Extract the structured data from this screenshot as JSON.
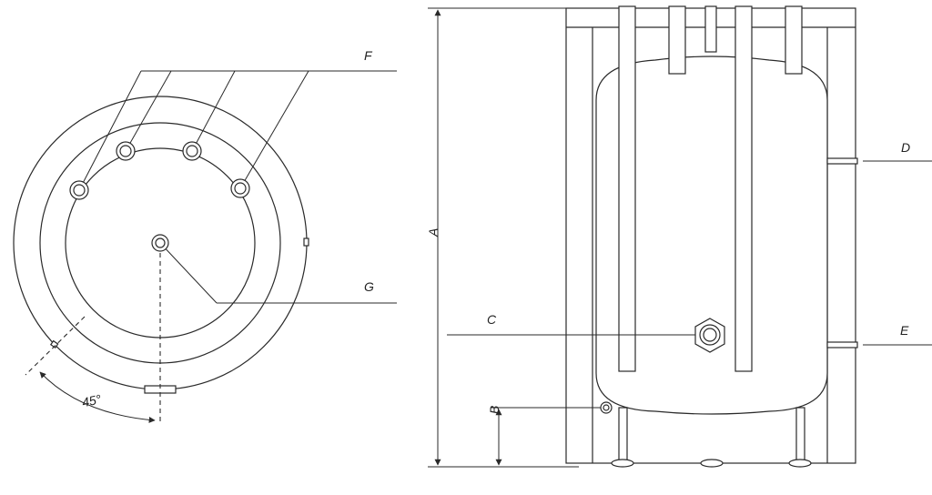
{
  "top_view": {
    "label_f": "F",
    "label_g": "G",
    "angle_label": "45°"
  },
  "side_view": {
    "label_a": "A",
    "label_b": "B",
    "label_c": "C",
    "label_d": "D",
    "label_e": "E"
  },
  "colors": {
    "line": "#2a2a2a",
    "background": "#ffffff"
  }
}
